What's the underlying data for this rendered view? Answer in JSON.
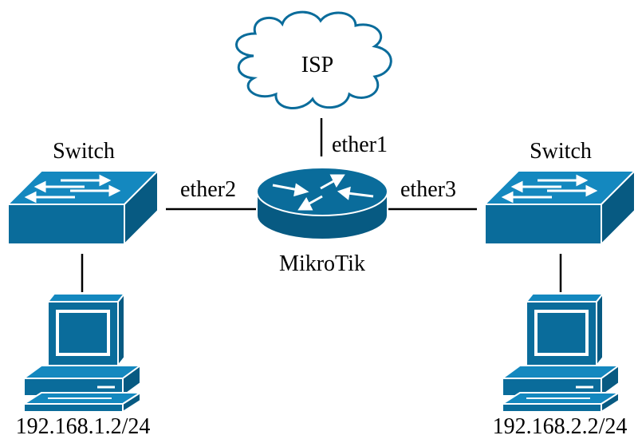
{
  "nodes": {
    "isp": {
      "label": "ISP"
    },
    "router": {
      "label": "MikroTik"
    },
    "switch_left": {
      "label": "Switch"
    },
    "switch_right": {
      "label": "Switch"
    },
    "host_left": {
      "label": "192.168.1.2/24"
    },
    "host_right": {
      "label": "192.168.2.2/24"
    }
  },
  "links": {
    "isp_router": {
      "label": "ether1"
    },
    "router_left": {
      "label": "ether2"
    },
    "router_right": {
      "label": "ether3"
    }
  },
  "colors": {
    "device_fill": "#0a6c9b",
    "device_dark": "#08587e",
    "cloud_fill": "#ffffff",
    "line": "#000000"
  }
}
